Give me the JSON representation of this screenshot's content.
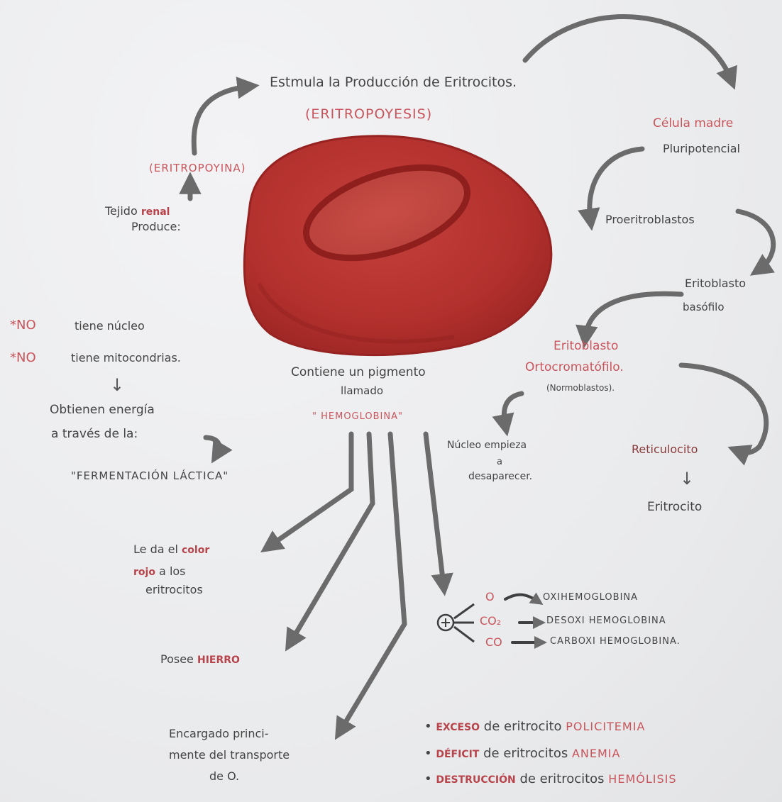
{
  "center": {
    "production": "Estmula la Producción de Eritrocitos.",
    "eritropoyesis": "(ERITROPOYESIS)",
    "eritropoyina": "(ERITROPOYINA)",
    "tejido_a": "Tejido",
    "tejido_b": "renal",
    "produce": "Produce:",
    "pigmento_1": "Contiene un pigmento",
    "pigmento_2": "llamado",
    "hemoglobina": "\" HEMOGLOBINA\""
  },
  "left": {
    "no_nucleo_star": "*NO",
    "no_nucleo": "tiene núcleo",
    "no_mito_star": "*NO",
    "no_mito": "tiene mitocondrias.",
    "arrow_down": "↓",
    "energia_1": "Obtienen energía",
    "energia_2": "a través de la:",
    "fermentacion": "\"FERMENTACIÓN LÁCTICA\""
  },
  "functions": {
    "color_1a": "Le da el",
    "color_1b": "color",
    "color_2a": "rojo",
    "color_2b": "a los",
    "color_3": "eritrocitos",
    "hierro_a": "Posee",
    "hierro_b": "HIERRO",
    "transporte_1": "Encargado princi-",
    "transporte_2": "mente del transporte",
    "transporte_3": "de O."
  },
  "binding": {
    "plus": "+",
    "rows": [
      {
        "gas": "O",
        "product": "OXIHEMOGLOBINA"
      },
      {
        "gas": "CO₂",
        "product": "DESOXI HEMOGLOBINA"
      },
      {
        "gas": "CO",
        "product": "CARBOXI HEMOGLOBINA."
      }
    ]
  },
  "cycle": {
    "celula_1": "Célula madre",
    "celula_2": "Pluripotencial",
    "proeritroblastos": "Proeritroblastos",
    "basofilo_1": "Eritoblasto",
    "basofilo_2": "basófilo",
    "orto_1": "Eritoblasto",
    "orto_2": "Ortocromatófilo.",
    "normoblastos": "(Normoblastos).",
    "nucleo_1": "Núcleo empieza",
    "nucleo_2": "a",
    "nucleo_3": "desaparecer.",
    "reticulocito": "Reticulocito",
    "down": "↓",
    "eritrocito": "Eritrocito"
  },
  "disorders": [
    {
      "bullet": "•",
      "cause": "EXCESO",
      "middle": "de eritrocito",
      "result": "POLICITEMIA"
    },
    {
      "bullet": "•",
      "cause": "DÉFICIT",
      "middle": "de eritrocitos",
      "result": "ANEMIA"
    },
    {
      "bullet": "•",
      "cause": "DESTRUCCIÓN",
      "middle": "de eritrocitos",
      "result": "HEMÓLISIS"
    }
  ],
  "colors": {
    "ink": "#444444",
    "pink_ink": "#c9555c",
    "arrow_gray": "#6b6b6b",
    "cell_outer": "#b0312f",
    "cell_inner": "#c14842"
  }
}
